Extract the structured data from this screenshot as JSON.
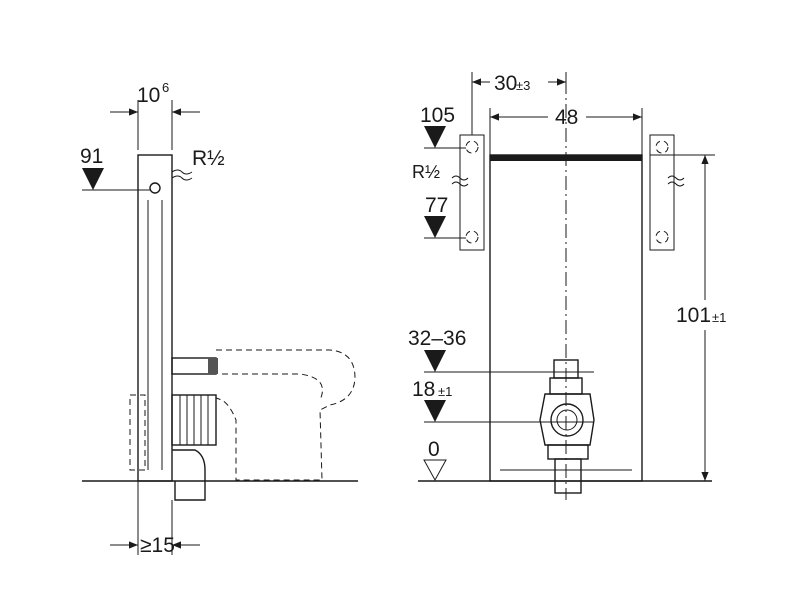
{
  "side_view": {
    "dim_top_width": "10",
    "dim_top_width_sup": "6",
    "height_water": "91",
    "water_connection": "R½",
    "dim_bottom_min": "≥15"
  },
  "front_view": {
    "dim_connection_spacing": "30",
    "dim_connection_tol": "±3",
    "dim_width": "48",
    "height_conn_top": "105",
    "height_conn_bottom": "77",
    "water_connection": "R½",
    "height_range": "32–36",
    "height_drain": "18",
    "height_drain_tol": "±1",
    "height_floor": "0",
    "dim_height": "101",
    "dim_height_tol": "±1"
  }
}
